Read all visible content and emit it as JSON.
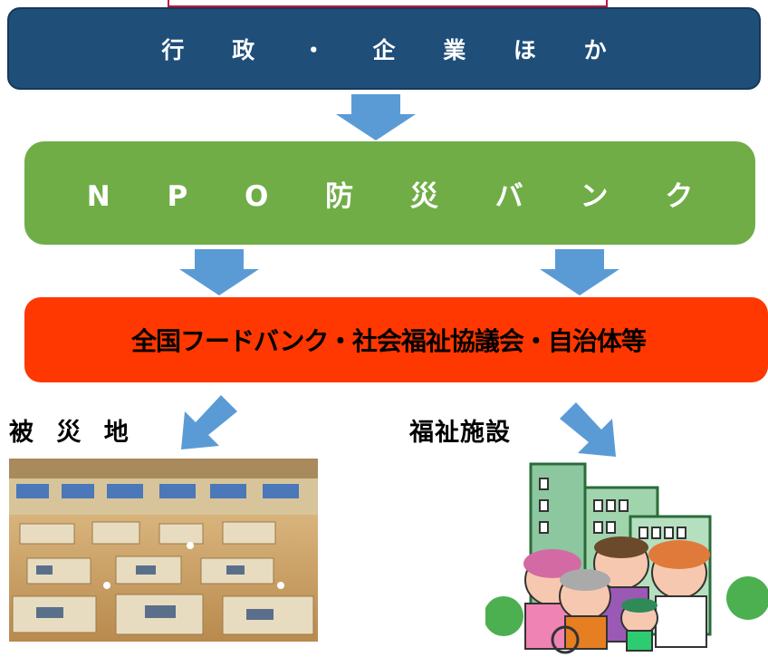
{
  "flow": {
    "level1": "行 政 ・ 企 業 ほ か",
    "level2": "N P O 防 災 バ ン ク",
    "level3": "全国フードバンク・社会福祉協議会・自治体等"
  },
  "destinations": {
    "disaster_area": "被 災 地",
    "welfare_facility": "福祉施設"
  },
  "colors": {
    "level1_bg": "#1f4e79",
    "level2_bg": "#70ad47",
    "level3_bg": "#ff3700",
    "arrow": "#5b9bd5"
  }
}
